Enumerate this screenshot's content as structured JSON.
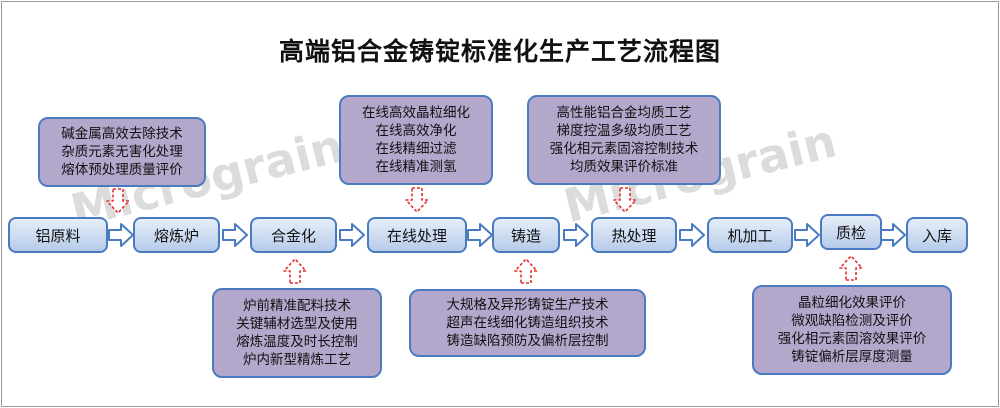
{
  "title": "高端铝合金铸锭标准化生产工艺流程图",
  "watermark": "Micrograin",
  "colors": {
    "step_border": "#4a7bc0",
    "step_fill": "#c9d9ef",
    "note_fill": "#b3a8cc",
    "down_arrow": "#e0312f"
  },
  "steps": [
    {
      "id": "s1",
      "label": "铝原料"
    },
    {
      "id": "s2",
      "label": "熔炼炉"
    },
    {
      "id": "s3",
      "label": "合金化"
    },
    {
      "id": "s4",
      "label": "在线处理"
    },
    {
      "id": "s5",
      "label": "铸造"
    },
    {
      "id": "s6",
      "label": "热处理"
    },
    {
      "id": "s7",
      "label": "机加工"
    },
    {
      "id": "s8",
      "label": "质检"
    },
    {
      "id": "s9",
      "label": "入库"
    }
  ],
  "notes": {
    "n2": {
      "target": "熔炼炉",
      "lines": [
        "碱金属高效去除技术",
        "杂质元素无害化处理",
        "熔体预处理质量评价"
      ]
    },
    "n3": {
      "target": "合金化",
      "lines": [
        "炉前精准配料技术",
        "关键辅材选型及使用",
        "熔炼温度及时长控制",
        "炉内新型精炼工艺"
      ]
    },
    "n4": {
      "target": "在线处理",
      "lines": [
        "在线高效晶粒细化",
        "在线高效净化",
        "在线精细过滤",
        "在线精准测氢"
      ]
    },
    "n5": {
      "target": "铸造",
      "lines": [
        "大规格及异形铸锭生产技术",
        "超声在线细化铸造组织技术",
        "铸造缺陷预防及偏析层控制"
      ]
    },
    "n6": {
      "target": "热处理",
      "lines": [
        "高性能铝合金均质工艺",
        "梯度控温多级均质工艺",
        "强化相元素固溶控制技术",
        "均质效果评价标准"
      ]
    },
    "n8": {
      "target": "质检",
      "lines": [
        "晶粒细化效果评价",
        "微观缺陷检测及评价",
        "强化相元素固溶效果评价",
        "铸锭偏析层厚度测量"
      ]
    }
  }
}
